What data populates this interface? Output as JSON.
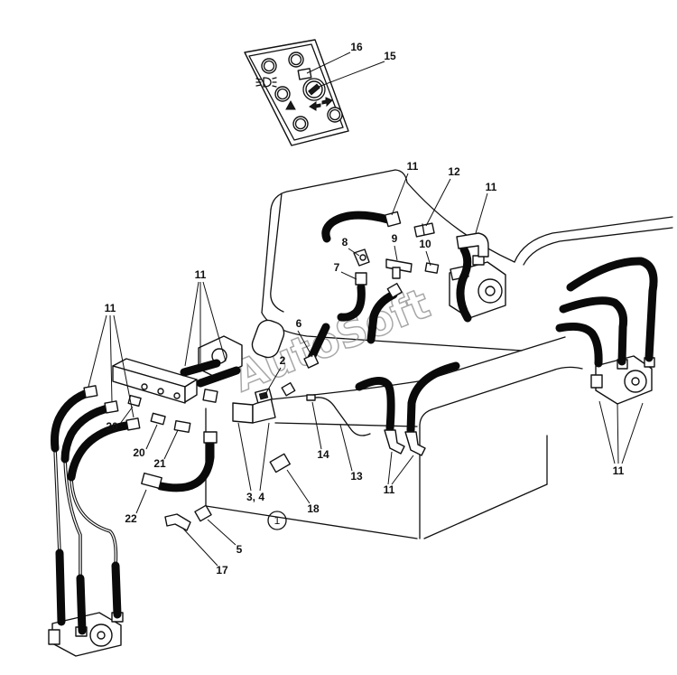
{
  "diagram": {
    "callouts": [
      "16",
      "15",
      "11",
      "12",
      "11",
      "8",
      "9",
      "10",
      "7",
      "11",
      "11",
      "6",
      "2",
      "20",
      "20",
      "21",
      "14",
      "13",
      "11",
      "11",
      "3, 4",
      "22",
      "18",
      "5",
      "17"
    ],
    "view_number": "1"
  },
  "control_panel": {
    "icons": [
      "headlight-icon",
      "triangle-icon",
      "left-right-arrows-icon",
      "rotary-knob-icon"
    ]
  },
  "watermark": "AutoSoft",
  "colors": {
    "line": "#111111",
    "background": "#ffffff",
    "watermark": "#8a8a8a"
  }
}
